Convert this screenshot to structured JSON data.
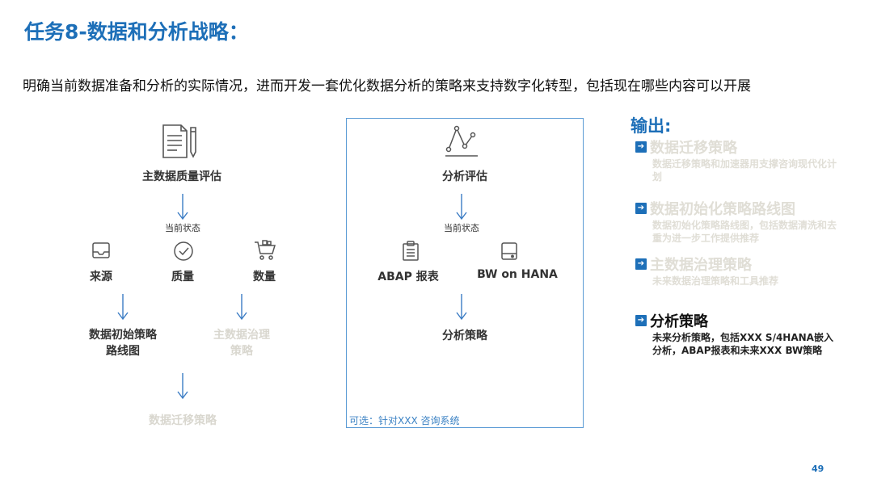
{
  "title": "任务8-数据和分析战略：",
  "subtitle": "明确当前数据准备和分析的实际情况，进而开发一套优化数据分析的策略来支持数字化转型，包括现在哪些内容可以开展",
  "left_flow": {
    "head_label": "主数据质量评估",
    "state_label": "当前状态",
    "source_label": "来源",
    "quality_label": "质量",
    "quantity_label": "数量",
    "init_label": "数据初始策略\n路线图",
    "governance_label": "主数据治理\n策略",
    "migration_label": "数据迁移策略"
  },
  "center_flow": {
    "head_label": "分析评估",
    "state_label": "当前状态",
    "abap_label": "ABAP 报表",
    "bw_label": "BW on HANA",
    "strategy_label": "分析策略",
    "note": "可选：针对XXX 咨询系统"
  },
  "output": {
    "heading": "输出:",
    "items": [
      {
        "title": "数据迁移策略",
        "desc": "数据迁移策略和加速器用支撑咨询现代化计划"
      },
      {
        "title": "数据初始化策略路线图",
        "desc": "数据初始化策略路线图，包括数据清洗和去重为进一步工作提供推荐"
      },
      {
        "title": "主数据治理策略",
        "desc": "未来数据治理策略和工具推荐"
      },
      {
        "title": "分析策略",
        "desc": "未来分析策略，包括XXX S/4HANA嵌入分析，ABAP报表和未来XXX BW策略"
      }
    ]
  },
  "page_number": "49",
  "colors": {
    "accent": "#1d6fb8",
    "faded": "#d9d7cf",
    "box_border": "#5b9bd5"
  }
}
